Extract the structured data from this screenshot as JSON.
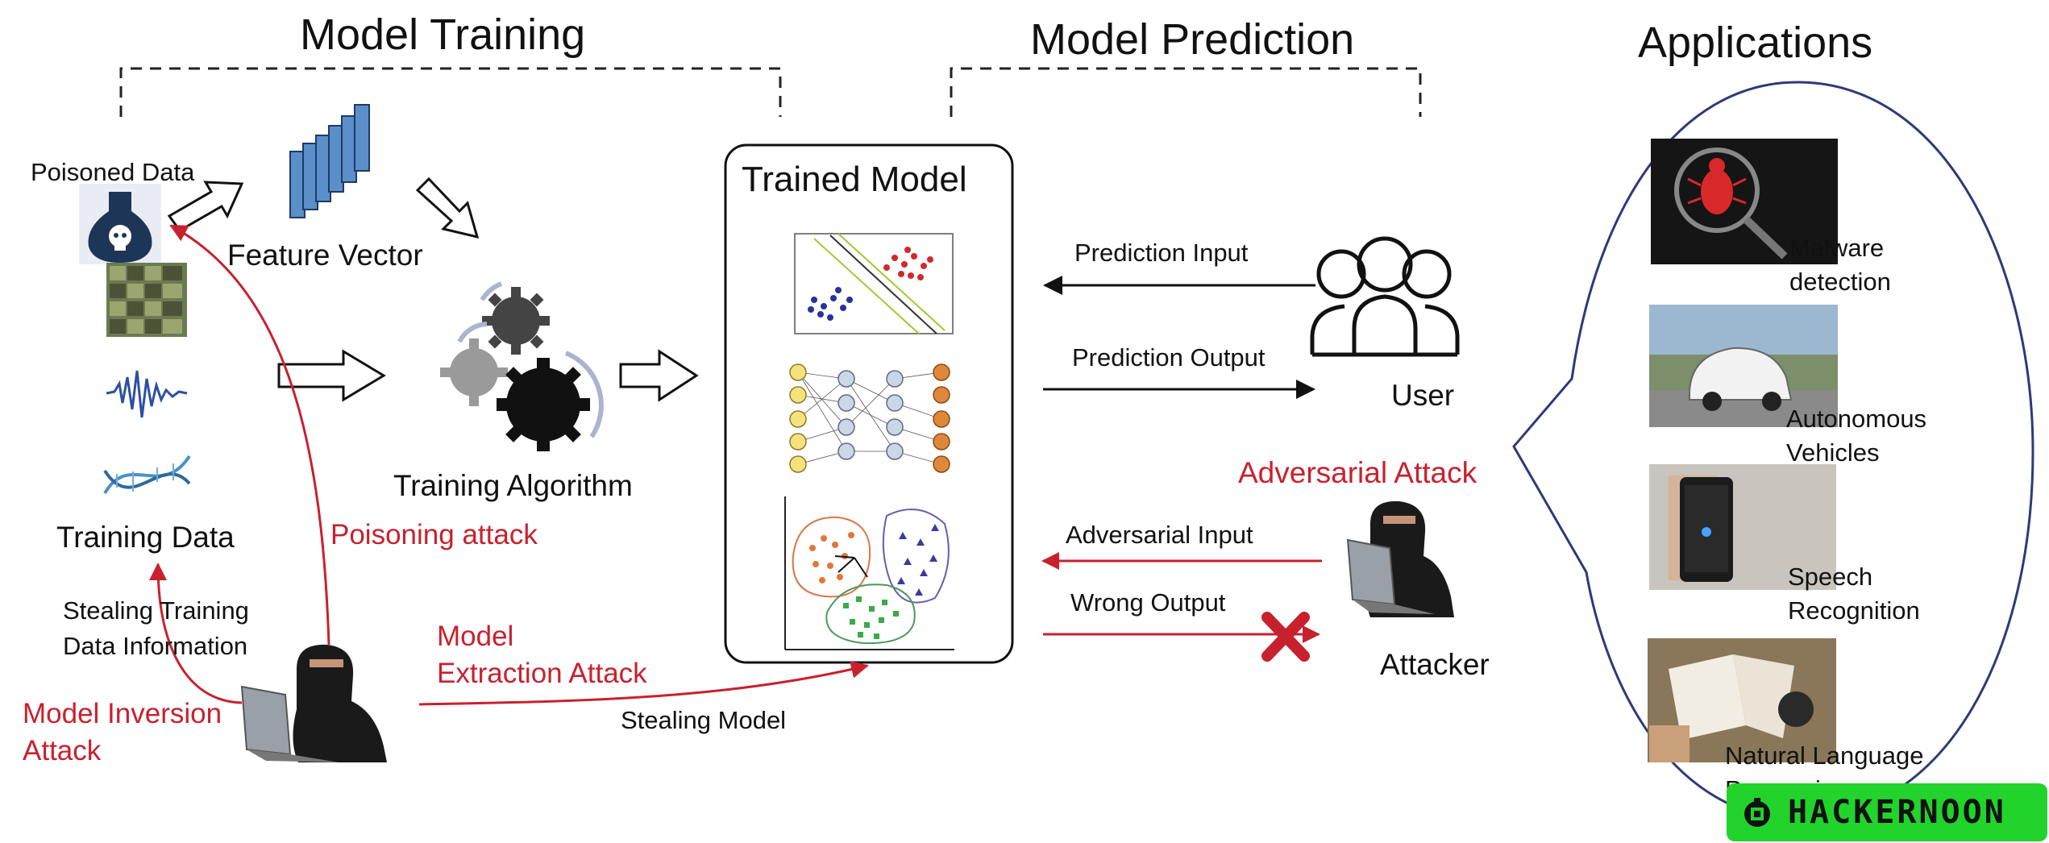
{
  "headers": {
    "training": "Model Training",
    "prediction": "Model Prediction",
    "applications": "Applications"
  },
  "training": {
    "poisoned_data": "Poisoned Data",
    "feature_vector": "Feature Vector",
    "training_algorithm": "Training Algorithm",
    "training_data": "Training Data"
  },
  "model": {
    "title": "Trained Model"
  },
  "prediction": {
    "input": "Prediction Input",
    "output": "Prediction Output",
    "user": "User",
    "adversarial_attack": "Adversarial Attack",
    "adversarial_input": "Adversarial Input",
    "wrong_output": "Wrong Output",
    "attacker": "Attacker"
  },
  "attacks": {
    "poisoning": "Poisoning attack",
    "stealing_training_1": "Stealing Training",
    "stealing_training_2": "Data Information",
    "inversion_1": "Model Inversion",
    "inversion_2": "Attack",
    "extraction_1": "Model",
    "extraction_2": "Extraction Attack",
    "stealing_model": "Stealing Model"
  },
  "applications": {
    "malware_1": "Malware",
    "malware_2": "detection",
    "auto_1": "Autonomous",
    "auto_2": "Vehicles",
    "speech_1": "Speech",
    "speech_2": "Recognition",
    "nlp_1": "Natural Language",
    "nlp_2": "Processing"
  },
  "watermark": {
    "text": "HACKERNOON"
  },
  "colors": {
    "attack_red": "#c8212e",
    "ellipse_blue": "#2d3a7a",
    "feature_blue": "#5b8fc9",
    "watermark_green": "#22d32b"
  }
}
